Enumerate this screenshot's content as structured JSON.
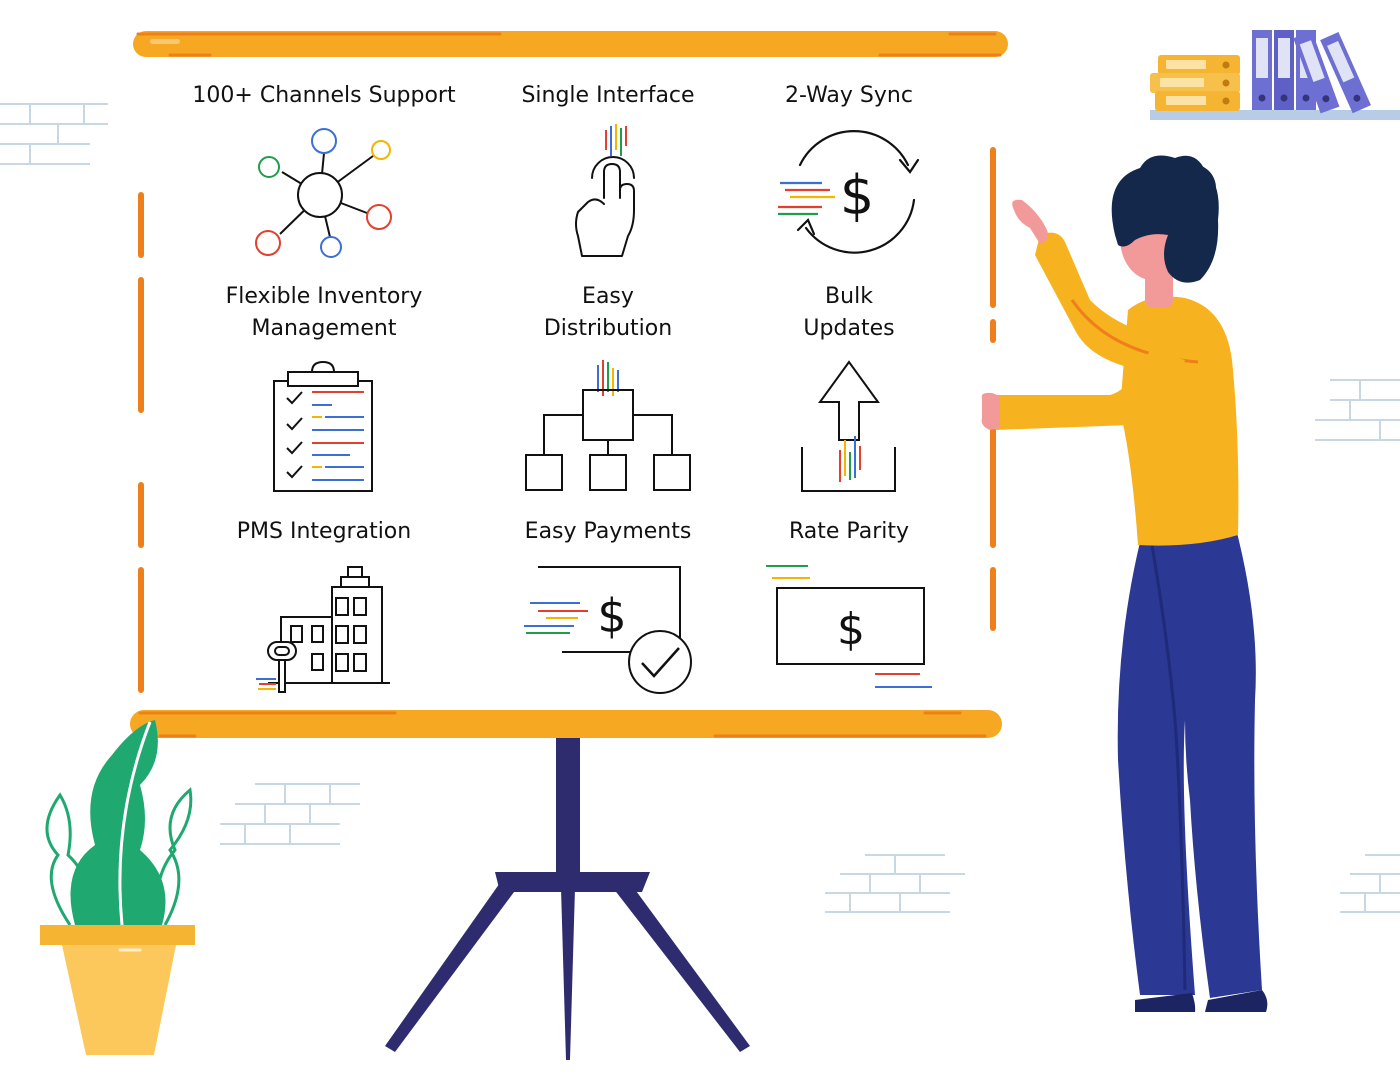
{
  "colors": {
    "board_orange": "#f7a823",
    "board_accent": "#ef7f1a",
    "stand_navy": "#2e2c6e",
    "person_yellow": "#f7b21f",
    "person_pants": "#2b3894",
    "hair_navy": "#14284b",
    "skin_pink": "#f29a9a",
    "plant_green": "#1fa971",
    "pot_yellow": "#fcc85c",
    "brick_blue": "#c8d8e2",
    "shelf_blue": "#b7cde6",
    "binder_purple": "#6e6fd2",
    "icon_line": "#111111",
    "accent_red": "#e2402c",
    "accent_blue": "#3a6fd8",
    "accent_green": "#1e9e4a",
    "accent_yellow": "#f4b400"
  },
  "features": [
    {
      "label_lines": [
        "100+ Channels Support"
      ],
      "icon": "network-nodes-icon"
    },
    {
      "label_lines": [
        "Single Interface"
      ],
      "icon": "touch-hand-icon"
    },
    {
      "label_lines": [
        "2-Way Sync"
      ],
      "icon": "dollar-sync-icon"
    },
    {
      "label_lines": [
        "Flexible Inventory",
        "Management"
      ],
      "icon": "clipboard-checklist-icon"
    },
    {
      "label_lines": [
        "Easy",
        "Distribution"
      ],
      "icon": "hierarchy-tree-icon"
    },
    {
      "label_lines": [
        "Bulk",
        "Updates"
      ],
      "icon": "upload-arrow-icon"
    },
    {
      "label_lines": [
        "PMS Integration"
      ],
      "icon": "hotel-building-key-icon"
    },
    {
      "label_lines": [
        "Easy Payments"
      ],
      "icon": "payment-check-icon"
    },
    {
      "label_lines": [
        "Rate Parity"
      ],
      "icon": "dollar-bill-icon"
    }
  ]
}
